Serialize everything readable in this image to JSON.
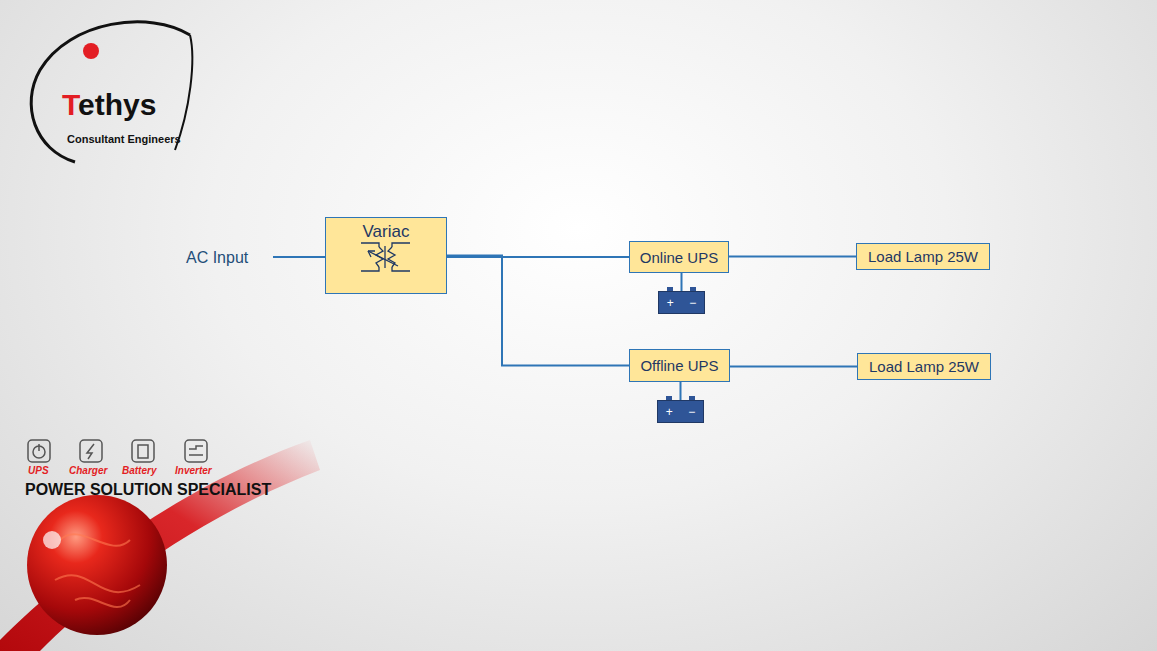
{
  "diagram": {
    "nodes": [
      {
        "text": [
          "Variac"
        ]
      },
      {
        "text": [
          "Online UPS"
        ]
      },
      {
        "text": [
          "Load Lamp 25W"
        ]
      },
      {
        "text": [
          "+",
          "−"
        ]
      },
      {
        "text": [
          "Offline UPS"
        ]
      },
      {
        "text": [
          "Load Lamp 25W"
        ]
      },
      {
        "text": [
          "+",
          "−"
        ]
      }
    ],
    "edges": [
      {
        "from": 0,
        "to": 1,
        "arrow": "none"
      },
      {
        "from": 0,
        "to": 4,
        "arrow": "none"
      },
      {
        "from": 1,
        "to": 2,
        "arrow": "none"
      },
      {
        "from": 4,
        "to": 5,
        "arrow": "none"
      },
      {
        "from": 1,
        "to": 3,
        "arrow": "none"
      },
      {
        "from": 4,
        "to": 6,
        "arrow": "none"
      }
    ],
    "labels": [
      "Tethys",
      "Consultant Engineers",
      "AC Input",
      "UPS",
      "Charger",
      "Battery",
      "Inverter",
      "POWER SOLUTION SPECIALIST"
    ]
  }
}
